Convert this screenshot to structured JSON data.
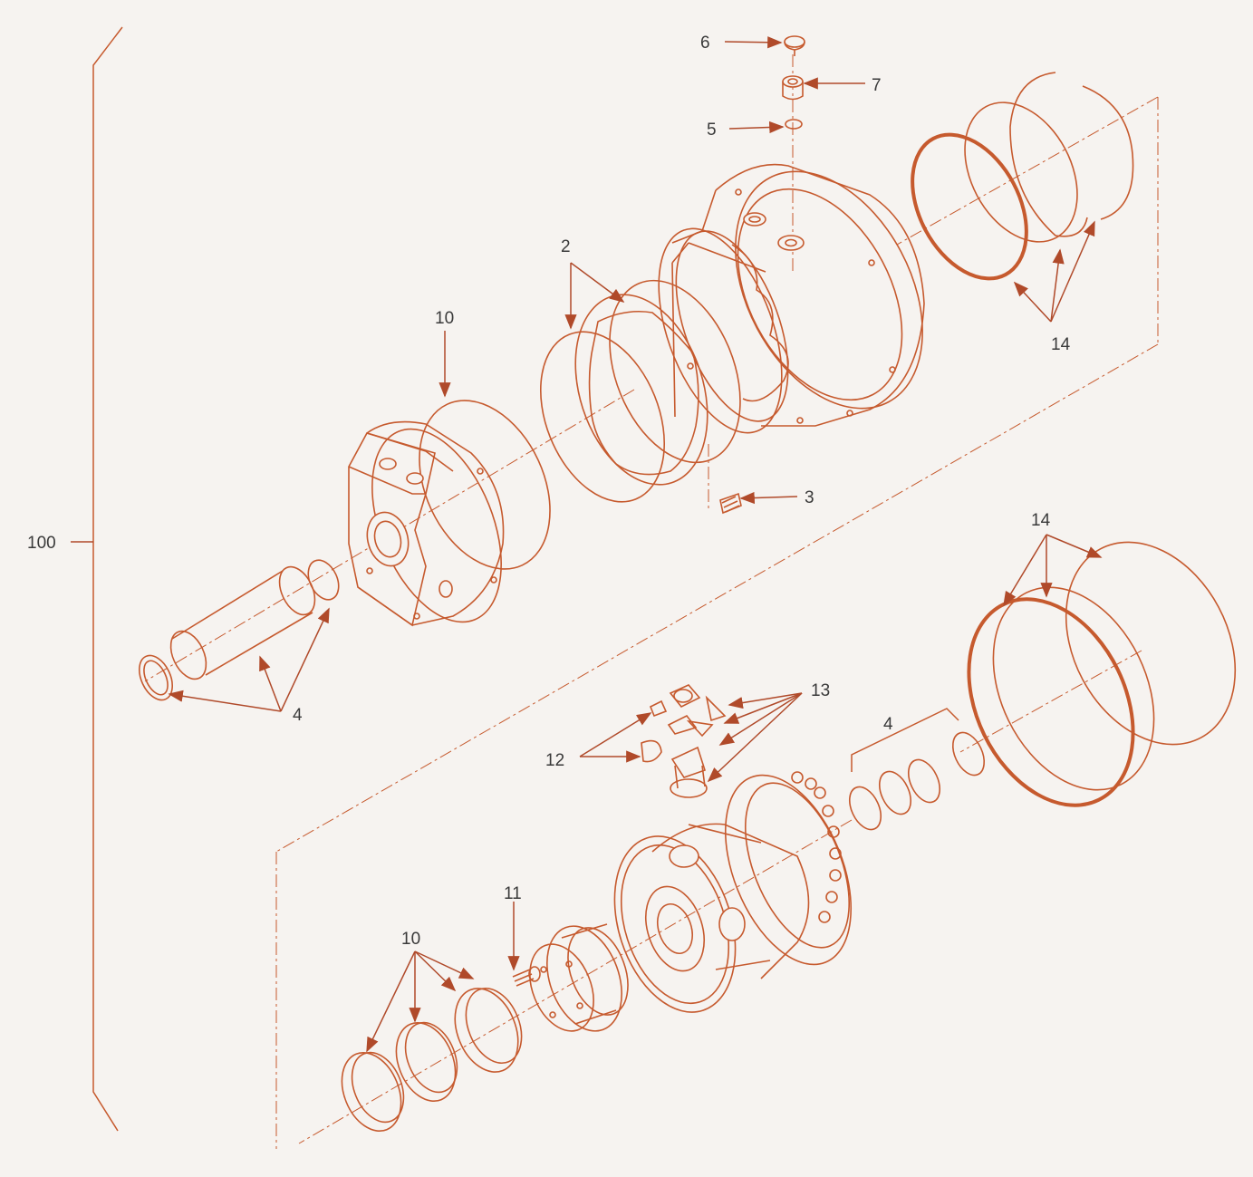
{
  "colors": {
    "line": "#c65a2e",
    "label": "#3a3a3a",
    "background": "#f6f3f0"
  },
  "labels": {
    "assembly": "100",
    "bracket": "2",
    "screw": "3",
    "ring_set": "4",
    "washer": "5",
    "cap": "6",
    "fitting": "7",
    "seal_ring": "10",
    "set_screw": "11",
    "key": "12",
    "keeper": "13",
    "ring_kit": "14"
  }
}
